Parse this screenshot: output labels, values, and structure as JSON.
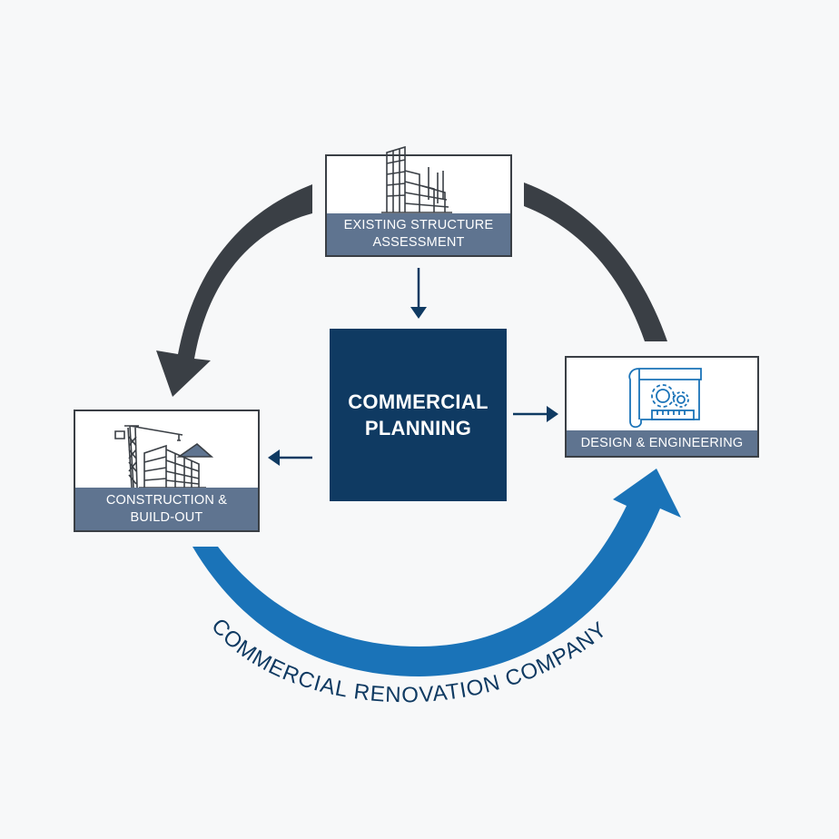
{
  "title": "Commercial Renovation Company",
  "center": {
    "line1": "COMMERCIAL",
    "line2": "PLANNING"
  },
  "stages": [
    {
      "id": "assessment",
      "line1": "EXISTING STRUCTURE",
      "line2": "ASSESSMENT",
      "icon": "building-frame-icon"
    },
    {
      "id": "design",
      "line1": "DESIGN & ENGINEERING",
      "line2": "",
      "icon": "blueprint-gears-icon"
    },
    {
      "id": "construction",
      "line1": "CONSTRUCTION &",
      "line2": "BUILD-OUT",
      "icon": "crane-building-icon"
    }
  ],
  "arc_label": "COMMERCIAL RENOVATION COMPANY",
  "colors": {
    "background": "#f7f8f9",
    "center_fill": "#0f3a62",
    "label_band": "#5f7490",
    "dark_arrow": "#3a3f45",
    "blue_arrow": "#1a73b8",
    "text_navy": "#0f3a62"
  }
}
